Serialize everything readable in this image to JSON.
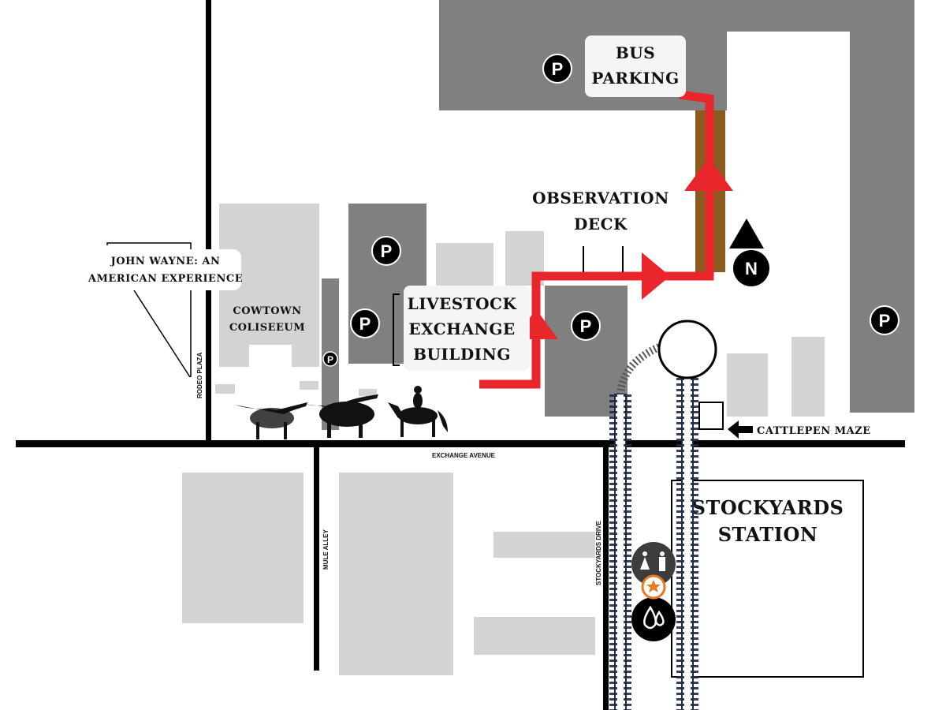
{
  "labels": {
    "bus_parking": [
      "BUS",
      "PARKING"
    ],
    "observation_deck": [
      "OBSERVATION",
      "DECK"
    ],
    "livestock_exchange": [
      "LIVESTOCK",
      "EXCHANGE",
      "BUILDING"
    ],
    "john_wayne": [
      "JOHN WAYNE: AN",
      "AMERICAN EXPERIENCE"
    ],
    "cowtown_coliseum": [
      "COWTOWN",
      "COLISEEUM"
    ],
    "cattlepen_maze": "CATTLEPEN MAZE",
    "stockyards_station": [
      "STOCKYARDS",
      "STATION"
    ],
    "north": "N",
    "parking": "P"
  },
  "streets": {
    "rodeo_plaza": "RODEO PLAZA",
    "exchange_avenue": "EXCHANGE AVENUE",
    "mule_alley": "MULE ALLEY",
    "stockyards_drive": "STOCKYARDS DRIVE"
  },
  "icons": [
    "parking-icon",
    "north-arrow-icon",
    "restroom-icon",
    "star-icon",
    "water-drop-icon",
    "cattle-drive-silhouette"
  ],
  "colors": {
    "route": "#e8262b",
    "parking_lot": "#808080",
    "building": "#d3d3d3",
    "trail": "#8b5a1e",
    "star": "#e67a22",
    "track": "#1f2a44"
  }
}
